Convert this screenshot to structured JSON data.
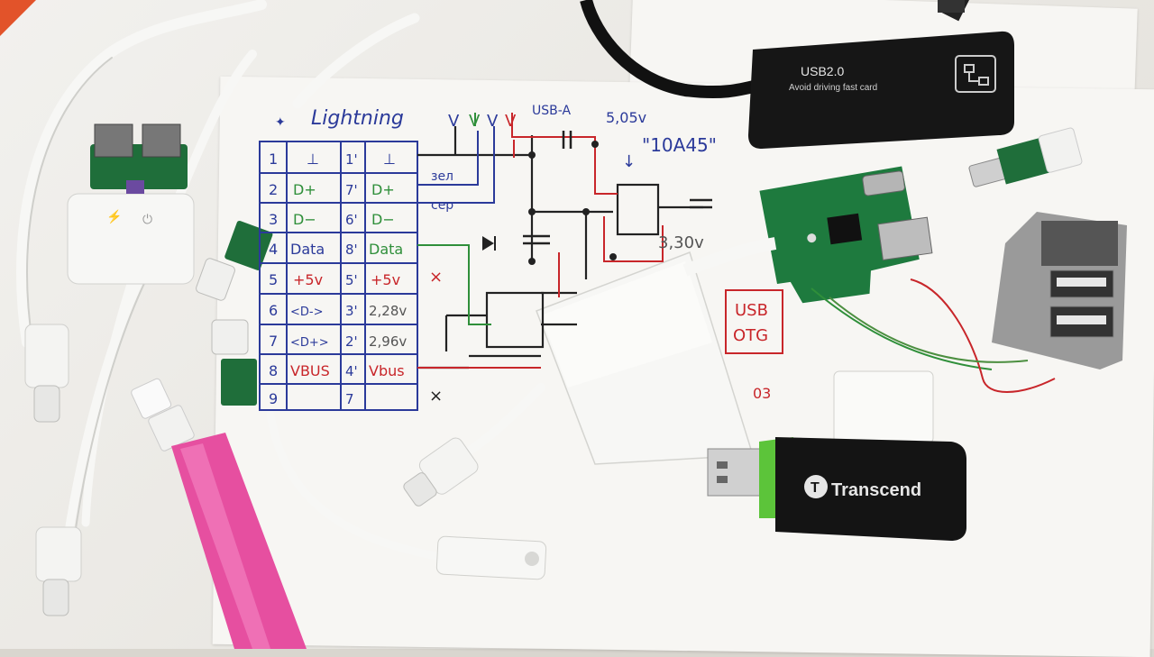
{
  "diagram": {
    "title": "Lightning",
    "usb_a_label": "USB-A",
    "voltage_top": "5,05v",
    "chip_code": "\"10A45\"",
    "voltage_mid": "3,30v",
    "wire_green": "зел",
    "wire_grey": "сер",
    "otg_box": [
      "USB",
      "OTG"
    ],
    "bottom_mark": "03",
    "pins_left_num": [
      "1",
      "2",
      "3",
      "4",
      "5",
      "6",
      "7",
      "8",
      "9"
    ],
    "pins_left_sig": [
      "⊥",
      "D+",
      "D−",
      "Data",
      "+5v",
      "<D->",
      "<D+>",
      "VBUS",
      ""
    ],
    "pins_right_num": [
      "1'",
      "7'",
      "6'",
      "8'",
      "5'",
      "3'",
      "2'",
      "4'",
      "7"
    ],
    "pins_right_sig": [
      "⊥",
      "D+",
      "D−",
      "Data",
      "+5v",
      "2,28v",
      "2,96v",
      "Vbus",
      ""
    ]
  },
  "products": {
    "usb_adapter_line1": "USB2.0",
    "usb_adapter_line2": "Avoid driving fast card",
    "flash_brand": "Transcend"
  },
  "colors": {
    "ink_blue": "#2b3a9a",
    "ink_red": "#c8262a",
    "ink_green": "#2f8f3a",
    "pcb_green": "#1f6e3a",
    "pink_marker": "#e64fa0"
  }
}
